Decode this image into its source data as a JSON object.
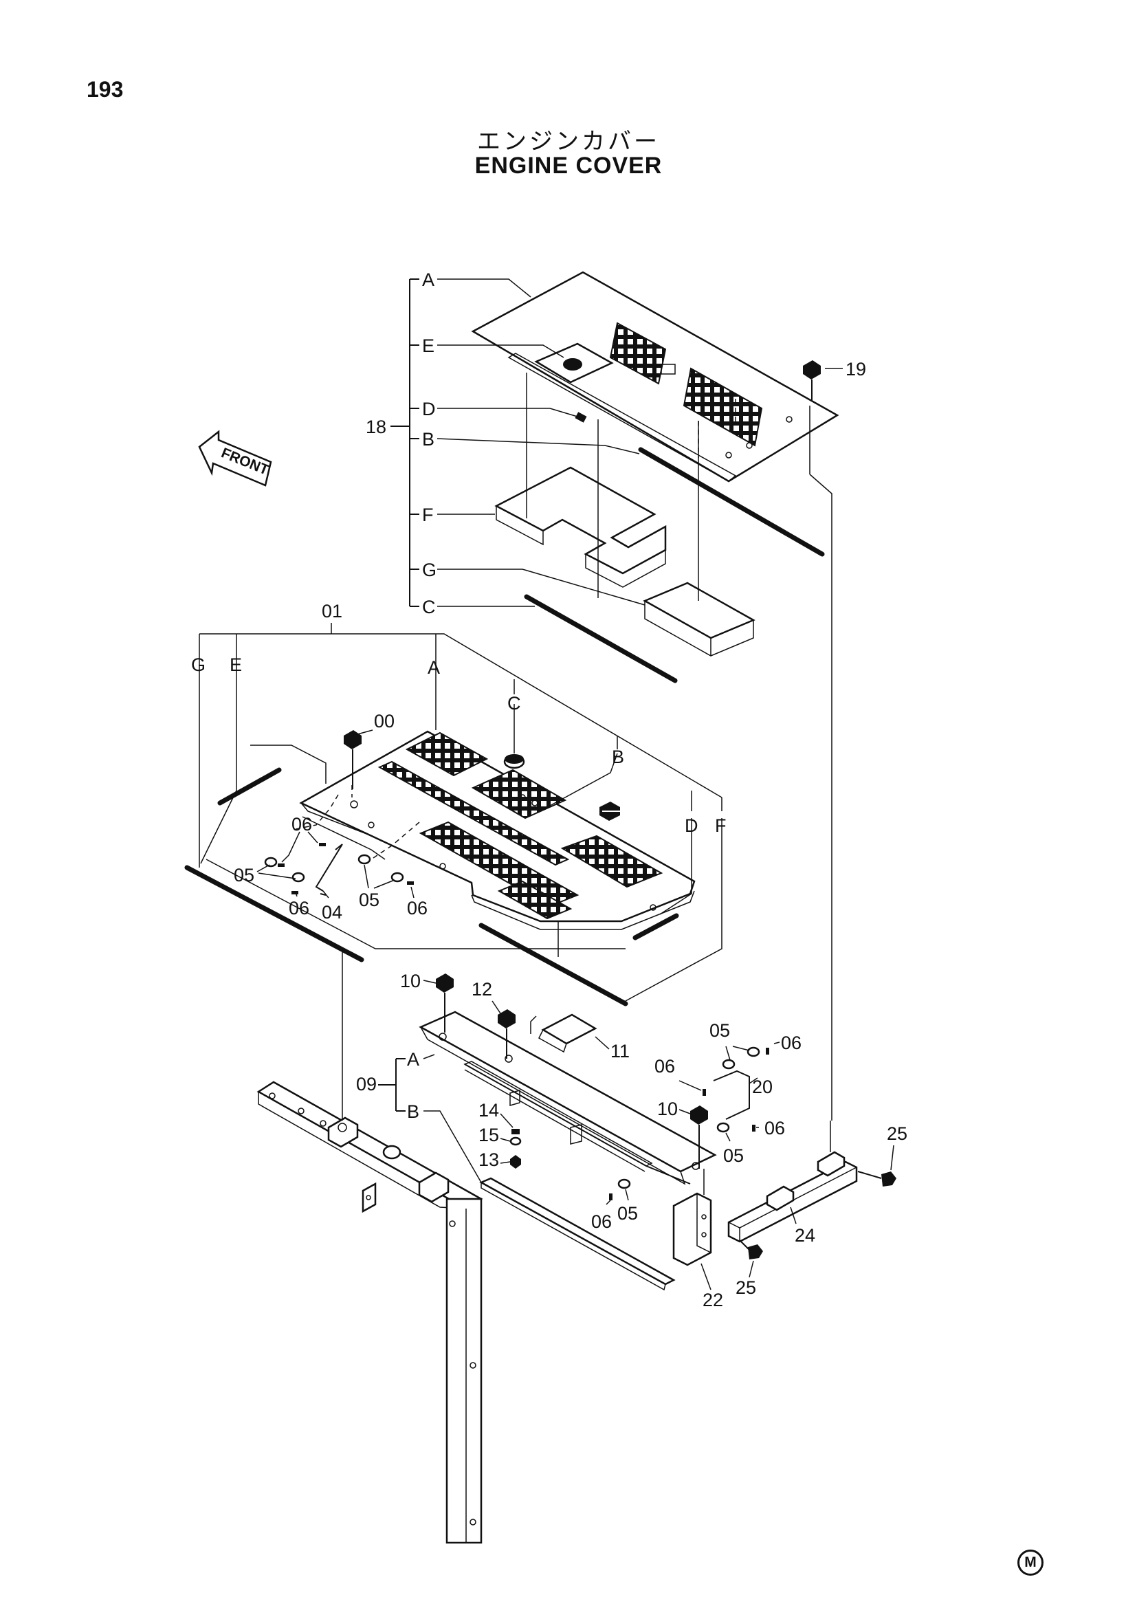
{
  "header": {
    "page_number": "193",
    "title_jp": "エンジンカバー",
    "title_en": "ENGINE COVER"
  },
  "front_arrow": {
    "label": "FRONT"
  },
  "footer": {
    "mark": "M"
  },
  "callouts": {
    "c18": "18",
    "c18_A": "A",
    "c18_E": "E",
    "c18_D": "D",
    "c18_B": "B",
    "c18_F": "F",
    "c18_G": "G",
    "c18_C": "C",
    "c19": "19",
    "c01": "01",
    "c01_G": "G",
    "c01_E": "E",
    "c01_A": "A",
    "c01_C": "C",
    "c01_B": "B",
    "c01_D": "D",
    "c01_F": "F",
    "c00": "00",
    "c06a": "06",
    "c05a": "05",
    "c06b": "06",
    "c04": "04",
    "c05b": "05",
    "c06c": "06",
    "c10a": "10",
    "c12": "12",
    "c11": "11",
    "c09": "09",
    "c09_A": "A",
    "c09_B": "B",
    "c14": "14",
    "c15": "15",
    "c13": "13",
    "c05c": "05",
    "c06d": "06",
    "c06e": "06",
    "c20": "20",
    "c10b": "10",
    "c06f": "06",
    "c05d": "05",
    "c06g": "06",
    "c05e": "05",
    "c22": "22",
    "c25a": "25",
    "c24": "24",
    "c25b": "25"
  }
}
